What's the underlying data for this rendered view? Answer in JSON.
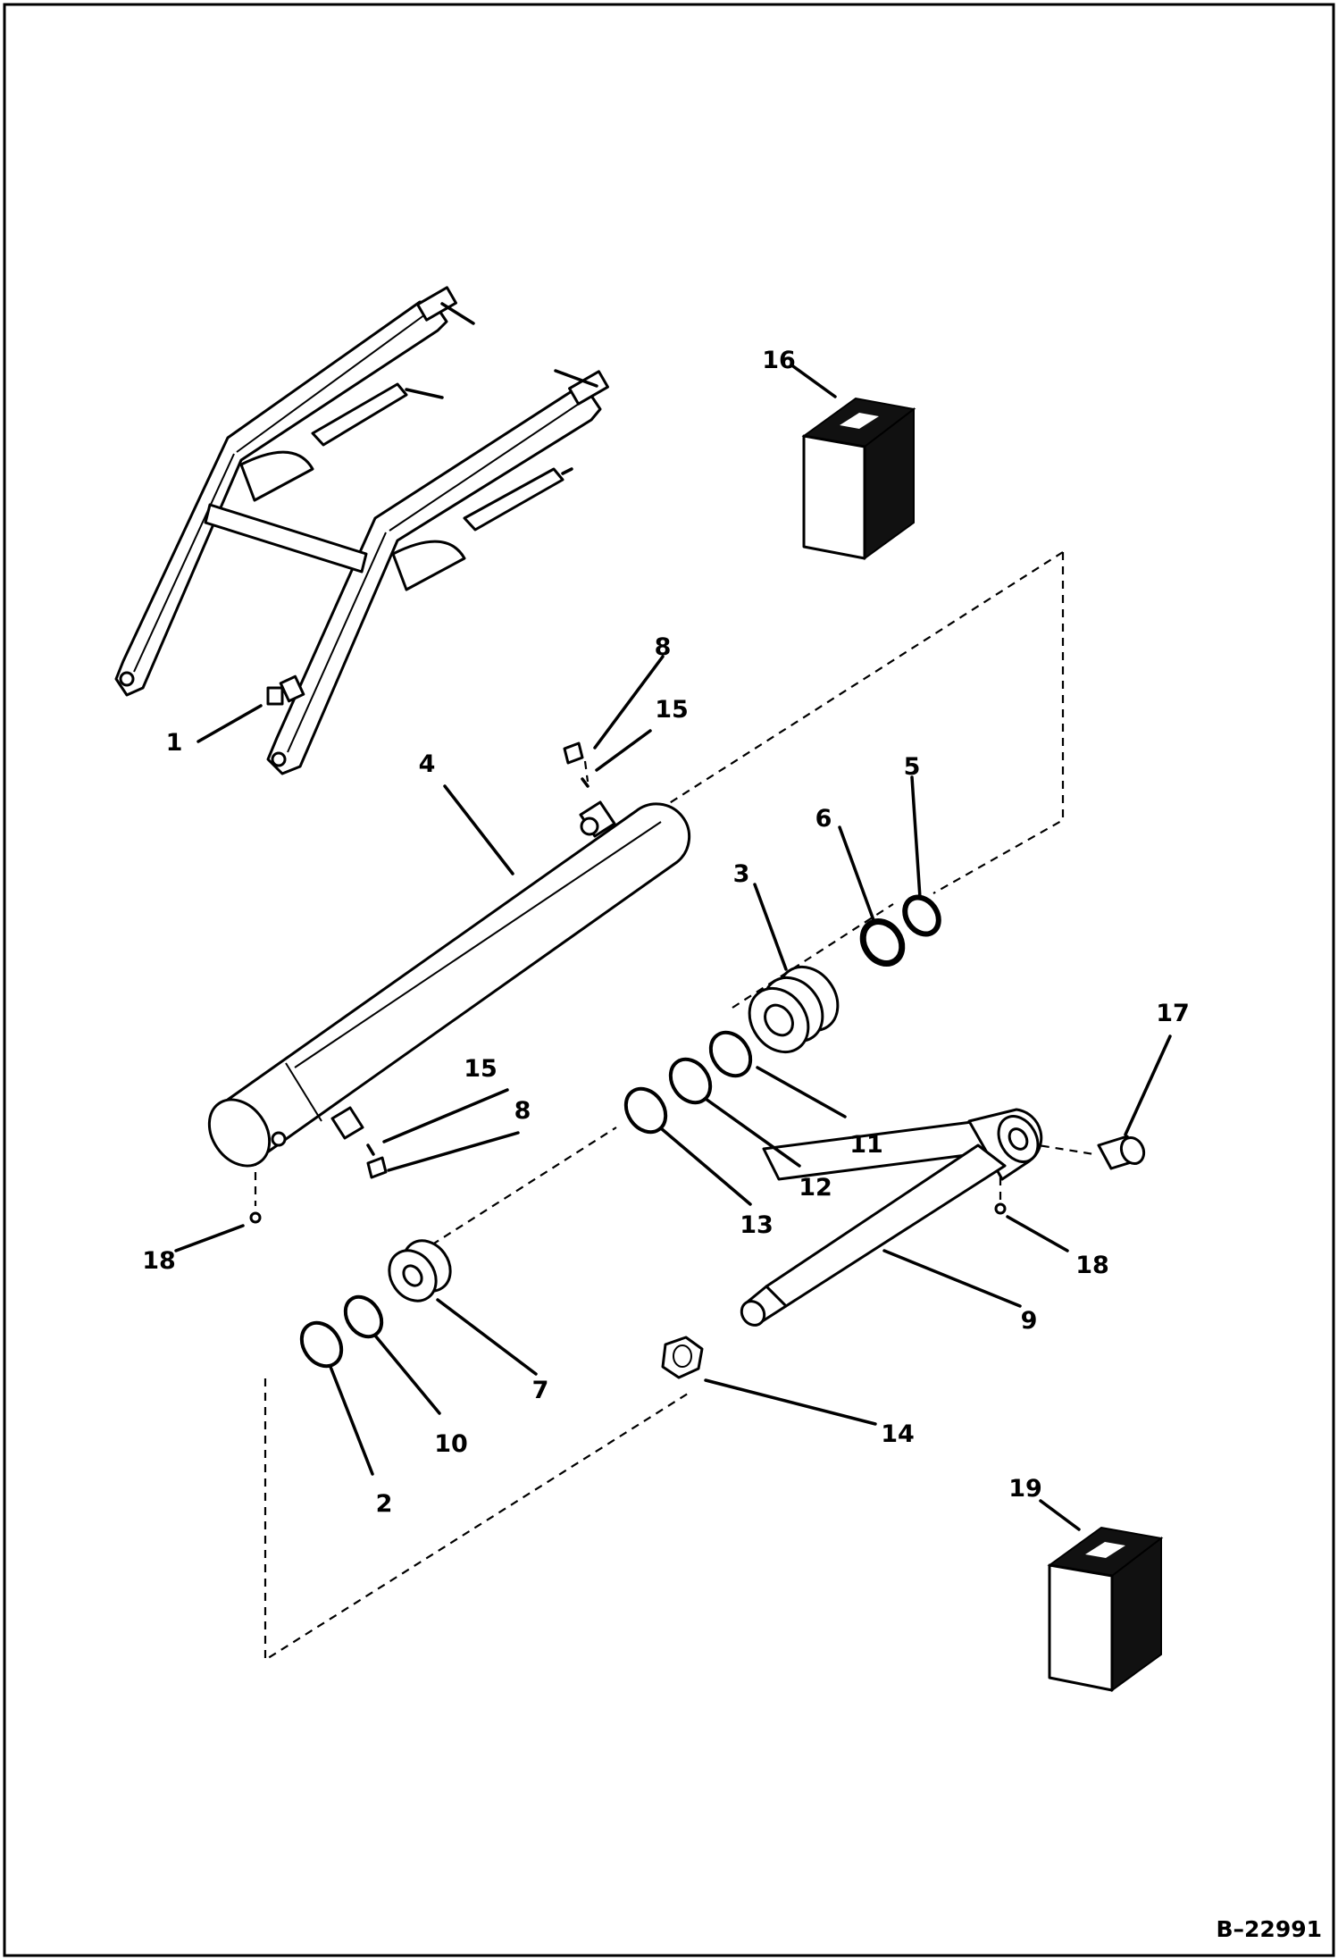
{
  "drawing_code": "B–22991",
  "callouts": [
    {
      "id": "c1",
      "label": "1"
    },
    {
      "id": "c2",
      "label": "2"
    },
    {
      "id": "c3",
      "label": "3"
    },
    {
      "id": "c4",
      "label": "4"
    },
    {
      "id": "c5",
      "label": "5"
    },
    {
      "id": "c6",
      "label": "6"
    },
    {
      "id": "c7",
      "label": "7"
    },
    {
      "id": "c8a",
      "label": "8"
    },
    {
      "id": "c8b",
      "label": "8"
    },
    {
      "id": "c9",
      "label": "9"
    },
    {
      "id": "c10",
      "label": "10"
    },
    {
      "id": "c11",
      "label": "11"
    },
    {
      "id": "c12",
      "label": "12"
    },
    {
      "id": "c13",
      "label": "13"
    },
    {
      "id": "c14",
      "label": "14"
    },
    {
      "id": "c15a",
      "label": "15"
    },
    {
      "id": "c15b",
      "label": "15"
    },
    {
      "id": "c16",
      "label": "16"
    },
    {
      "id": "c17",
      "label": "17"
    },
    {
      "id": "c18a",
      "label": "18"
    },
    {
      "id": "c18b",
      "label": "18"
    },
    {
      "id": "c19",
      "label": "19"
    }
  ]
}
